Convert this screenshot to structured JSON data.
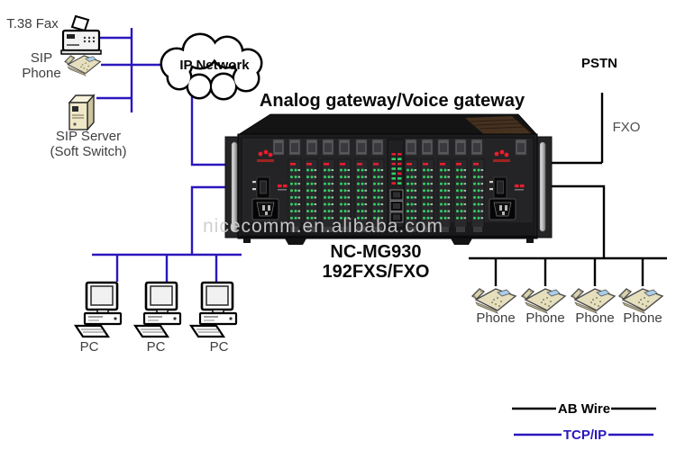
{
  "title": "Analog gateway/Voice gateway",
  "watermark": "nicecomm.en.alibaba.com",
  "cloud": {
    "label": "IP Network"
  },
  "left": {
    "fax_label": "T.38 Fax",
    "sip_phone_label_1": "SIP",
    "sip_phone_label_2": "Phone",
    "sip_server_label_1": "SIP Server",
    "sip_server_label_2": "(Soft Switch)"
  },
  "device": {
    "model": "NC-MG930",
    "capacity": "192FXS/FXO"
  },
  "right": {
    "pstn_label": "PSTN",
    "fxo_label": "FXO"
  },
  "pcs": [
    {
      "label": "PC"
    },
    {
      "label": "PC"
    },
    {
      "label": "PC"
    }
  ],
  "phones": [
    {
      "label": "Phone"
    },
    {
      "label": "Phone"
    },
    {
      "label": "Phone"
    },
    {
      "label": "Phone"
    }
  ],
  "legend": {
    "ab_wire": "AB Wire",
    "tcp_ip": "TCP/IP"
  },
  "colors": {
    "tcp_ip_blue": "#2a17bd",
    "ab_wire_black": "#000000",
    "led_green": "#33cf63",
    "led_red": "#ea1c2e",
    "chassis_black": "#1d1d1f"
  }
}
